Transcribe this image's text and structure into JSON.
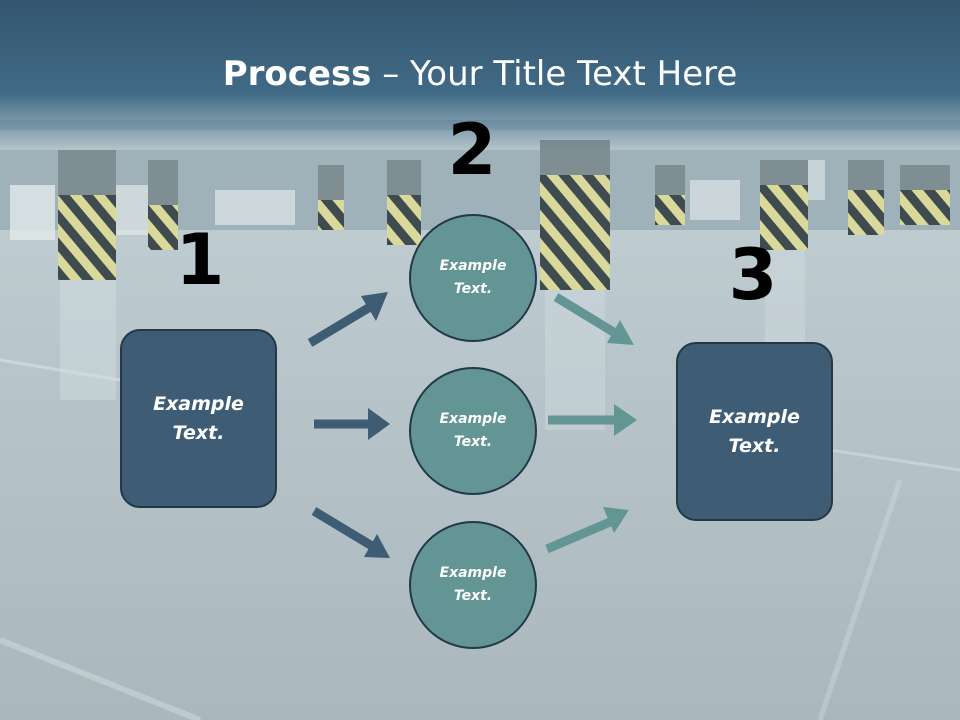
{
  "title": {
    "bold": "Process",
    "rest": " – Your Title Text Here"
  },
  "steps": {
    "one": "1",
    "two": "2",
    "three": "3"
  },
  "left_box": {
    "text": "Example\nText."
  },
  "right_box": {
    "text": "Example\nText."
  },
  "circles": [
    {
      "text": "Example\nText."
    },
    {
      "text": "Example\nText."
    },
    {
      "text": "Example\nText."
    }
  ],
  "colors": {
    "title_band": "#416a86",
    "box_fill": "#3e5d75",
    "circle_fill": "#629594",
    "arrow_dark": "#3e5d75",
    "arrow_teal": "#629594"
  }
}
